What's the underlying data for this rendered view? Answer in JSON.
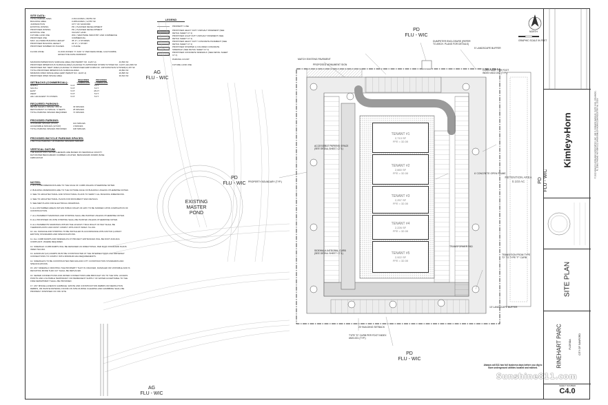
{
  "site_data": {
    "title": "SITE DATA:",
    "rows": [
      [
        "TOTAL PARCEL AREA",
        "2.262 ACRES ( 98,551 SF"
      ],
      [
        "BUILDING AREA",
        "0.288 ACRES ( 12,557 SF"
      ],
      [
        "JURISDICTION",
        "CITY OF SANFORD"
      ],
      [
        "EXISTING ZONING",
        "PD ( PLANNED DEVELOPMENT"
      ],
      [
        "PROPOSED ZONING",
        "PD ( PLANNED DEVELOPMENT"
      ],
      [
        "EXISTING USE",
        "VACANT LAND"
      ],
      [
        "FUTURE LAND USE",
        "WIC ( WESTSIDE INDUSTRY AND COMMERCE"
      ],
      [
        "PROPOSED USE",
        "COMMERCIAL"
      ],
      [
        "MAX. ALLOWED BUILDING HEIGHT",
        "35'-0\" ( 3 STORIES"
      ],
      [
        "PROPOSED BUILDING HEIGHT",
        "22'-0\" ( 1 STORY"
      ],
      [
        "PROPOSED NUMBER OF PHASES",
        "1 PHASE"
      ]
    ],
    "flood_zone_label": "FLOOD ZONE:",
    "flood_zone_value": "FLOOD ZONES \"X\" AND \"A\" PER FEMA PANEL 12117C0065F, EFFECTIVE DATE 09/28/2007"
  },
  "impervious": {
    "rows": [
      [
        "MAXIMUM IMPERVIOUS SURFACE AREA (ISR PERMIT NO. 11237-4)",
        "43,560 SF"
      ],
      [
        "PROPOSED IMPERVIOUS SURFACE AREA (CHANGE TO APPROVED STORM SYSTEM NO. 11237-4)",
        "41,806 SF"
      ],
      [
        "PROPOSED ISR \"NEW\" AREA (CHANGE TO PROPOSED ERP FORM NO. 1/RTU/PAYSON SYSTEM)",
        "11,187 SF"
      ],
      [
        "TOTAL PROPOSED IMPERVIOUS SURFACE AREA",
        "29,894 SF"
      ],
      [
        "MINIMUM OPEN SPACE AREA (ERP PERMIT NO. 11237-4)",
        "29,895 SF"
      ],
      [
        "PROPOSED OPEN SPACE AREA",
        "30,543 SF"
      ]
    ]
  },
  "setbacks": {
    "title": "SETBACKS (COMMERCIAL):",
    "col_required": "REQUIRED LANDSCAPE",
    "col_provided": "PROVIDED LANDSCAPE",
    "rows": [
      [
        "NORTH",
        "5 FT",
        "5 FT"
      ],
      [
        "SOUTH",
        "5 FT",
        "5 FT"
      ],
      [
        "EAST",
        "5 FT",
        "45 FT"
      ],
      [
        "WEST",
        "5 FT",
        "5 FT"
      ],
      [
        "ADJ. ADJACENT TO PONDS",
        "5 FT",
        "5 FT"
      ]
    ]
  },
  "required_parking": {
    "title": "REQUIRED PARKING:",
    "rows": [
      [
        "RETAIL SALES 1 SPACE / 250 SF",
        "33 SPACES"
      ],
      [
        "RESTAURANT 0 A SPACE / 4 SEATS",
        "25 SPACES"
      ],
      [
        "TOTAL PARKING SPACES REQUIRED",
        "71 SPACES"
      ]
    ]
  },
  "provided_parking": {
    "title": "PROVIDED PARKING:",
    "rows": [
      [
        "STANDARD SPACES (9'X20')",
        "104 SPACES"
      ],
      [
        "ACCESSIBLE SPACES (12'X20')",
        "4 SPACES"
      ],
      [
        "TOTAL PARKING SPACES PROVIDED",
        "108 SPACES"
      ]
    ]
  },
  "bicycle_parking": {
    "title": "PROVIDED BICYCLE PARKING SPACES:",
    "rows": [
      [
        "1 BICYCLE PARKING / 20 PARKING SPACES",
        "6 SPACES"
      ]
    ]
  },
  "vertical_datum": {
    "title": "VERTICAL DATUM:",
    "text": "THE ELEVATIONS SHOWN HEREON ARE BASED ON SEMINOLE COUNTY DATUM PER BENCHMARK NUMBER LOCATED; BENCHMARK #19308, BASE 1988 DATUM"
  },
  "notes": {
    "title": "NOTES:",
    "items": [
      "1. ALL CURB DIMENSIONS ARE TO THE FACE OF CURB UNLESS OTHERWISE NOTED.",
      "2. BUILDING DIMENSIONS ARE TO THE OUTSIDE FACE OF BUILDING UNLESS OTHERWISE NOTED.",
      "3. SEE TO ARCHITECTURAL AND STRUCTURAL PLANS TO VERIFY ALL BUILDING DIMENSIONS.",
      "4. SEE TO ARCHITECTURAL PLANS FOR MONUMENT SIGN DETAILS.",
      "5. SEE MEP PLANS FOR ELECTRICAL DRAWINGS.",
      "6. ALL DISTURBED AREAS WITHIN PUBLIC RIGHT-OF-WAY TO BE SODDED UPON COMPLETION OF CONSTRUCTION.",
      "7. ALL PAVEMENT MARKINGS AND STRIPING SHALL BE PAINTED UNLESS OTHERWISE NOTED.",
      "8. ALL PROPOSED ON-SITE STRIPING SHALL BE PAINTED UNLESS OTHERWISE NOTED.",
      "9. ALL PAVEMENTS MARKINGS WITHIN THE HOLIDAY TRAIL RIGHT OF WAY SHALL BE THERMOPLASTIC AND MUST COMPLY WITH FDOT INDEX 711-001.",
      "10. ALL SIGNAGE AND STRIPING TO BE INSTALLED IN ACCORDANCE WITH MUTCD (LATEST EDITION) STANDARDS AND SPECIFICATIONS.",
      "11. ALL CURB RAMPS AND SIDEWALKS AT PROJECT ENTRANCES WILL BE FDOT AND ADA COMPLIANT, WHERE REQUIRED.",
      "12. SIDEWALK CURB RAMPS WILL BE DESIGNED AS DIRECTIONAL PER FDOT STANDARD PLANS INDEX 522-002.",
      "13. HANDICAP (HC) RAMPS MUST BE CONSTRUCTED AT THE INTERSECTIONS AND DRIVEWAY CONNECTIONS TO COMPLY WITH MINIMUM ADA REQUIREMENTS.",
      "14. SIDEWALKS TO BE CONSTRUCTED PER ADA AND CITY CONSTRUCTION STANDARDS AND SPECIFICATIONS.",
      "15. ANY SIDEWALK FRONTING THE PROPERTY THAT IS CRACKED, DAMAGED OR UNSTABLE AND IS DEVIATING MORE THAN 1/2\" SHALL BE REPLACED.",
      "16. SEWER CONNECTIONS AND WATER CONNECTIONS ARE BROUGHT ON TO THE SITE. ACCESS POINTS AND A SUITABLE TEMPORARY OR PERMANENT SUPPLY OF WATER ACCEPTABLE TO THE FIRE DEPARTMENT SHALL BE PROVIDED.",
      "17. ANY MISCELLANEOUS GARBAGE, WASTE AND CONSTRUCTION DEBRIS OR DEMOLITION DEBRIS, OR WASTE MATERIAL FOUND ON SITE DURING CLEARING AND GRUBBING SHALL BE PROPERLY DISPOSED OF OFF-SITE."
    ]
  },
  "legend": {
    "title": "LEGEND",
    "items": [
      {
        "label": "PROPERTY LINE",
        "kind": "line"
      },
      {
        "label": "PROPOSED HEAVY DUTY ASPHALT PAVEMENT (SEE DETAIL SHEET C7.1)",
        "kind": "dark"
      },
      {
        "label": "PROPOSED LIGHT DUTY ASPHALT PAVEMENT (SEE DETAIL SHEET C7.1)",
        "kind": "light"
      },
      {
        "label": "PROPOSED HEAVY DUTY CONCRETE PAVEMENT (SEE DETAIL SHEET C7.1)",
        "kind": "dots"
      },
      {
        "label": "PROPOSED STAMPED & COLORED CONCRETE SIDEWALK (SEE DETAIL SHEET C7.1)",
        "kind": "hatch"
      },
      {
        "label": "PROPOSED CONCRETE SIDEWALK (SEE DETAIL SHEET C7.1)",
        "kind": "speckle"
      },
      {
        "label": "PARKING COUNT",
        "kind": "none"
      },
      {
        "label": "FUTURE LAND USE",
        "kind": "none"
      }
    ]
  },
  "map_labels": {
    "pd_top": "PD",
    "flu_wic_top": "FLU - WIC",
    "ag_left": "AG",
    "flu_wic_left_top": "FLU - WIC",
    "pd_mid": "PD",
    "flu_wic_mid": "FLU - WIC",
    "existing_pond_1": "EXISTING",
    "existing_pond_2": "MASTER",
    "existing_pond_3": "POND",
    "pd_bottom": "PD",
    "flu_wic_bottom": "FLU - WIC",
    "ag_bottom": "AG",
    "flu_wic_bottom_left": "FLU - WIC",
    "pd_right": "PD",
    "flu_wic_right": "FLU - WIC",
    "retention": "RETENTION AREA",
    "retention_area": "0.103 AC",
    "north": "NORTH",
    "scale": "GRAPHIC SCALE IN FEET"
  },
  "tenants": [
    {
      "name": "TENANT #1",
      "sf": "2,713 SF",
      "ffe": "FFE = 32.00"
    },
    {
      "name": "TENANT #2",
      "sf": "2,660 SF",
      "ffe": "FFE = 32.00"
    },
    {
      "name": "TENANT #3",
      "sf": "2,257 SF",
      "ffe": "FFE = 32.00"
    },
    {
      "name": "TENANT #4",
      "sf": "2,226 SF",
      "ffe": "FFE = 32.00"
    },
    {
      "name": "TENANT #5",
      "sf": "2,922 SF",
      "ffe": "FFE = 32.00"
    }
  ],
  "callouts": [
    "DUMPSTER ENCLOSURE (REFER TO ARCH. PLANS FOR DETAILS)",
    "5' LANDSCAPE BUFFER",
    "MATCH EXISTING PAVEMENT",
    "CURB RAMP PER FDOT INDEX #522-002 (TYP.)",
    "PROPOSED MONUMENT SIGN",
    "PROPERTY BOUNDARY (TYP.)",
    "6' CONCRETE OPEN FLUME",
    "TRANSFORMER PAD",
    "10' LANDSCAPE BUFFER",
    "TRANSITION FROM TYPE \"D\" TO TYPE \"F\" CURB",
    "20' BUILDING SETBACK",
    "TYPE \"D\" CURB PER FDOT INDEX #520-001 (TYP.)",
    "ACCESSIBLE PARKING SPACE (SEE DETAIL SHEET C7.1)",
    "SIDEWALK INTEGRAL CURB (SEE DETAIL SHEET C7.1)"
  ],
  "title_block": {
    "company": "Kimley»Horn",
    "address": "© 2022 KIMLEY-HORN AND ASSOCIATES, INC. 189 S. ORANGE AVENUE, SUITE 1000, ORLANDO, FL 32801 PHONE: 407-898-1511 WWW.KIMLEY-HORN.COM REGISTRY No. 35106",
    "sheet_title": "SITE PLAN",
    "project_name": "RINEHART PARC",
    "location": "CITY OF SANFORD",
    "state": "FLORIDA",
    "sheet_number_label": "SHEET NUMBER",
    "sheet_number": "C4.0"
  },
  "footer": {
    "callout_line1": "Always call 811 two full business days before you dig to",
    "callout_line2": "have underground utilities located and marked.",
    "brand": "Sunshine811.com"
  }
}
